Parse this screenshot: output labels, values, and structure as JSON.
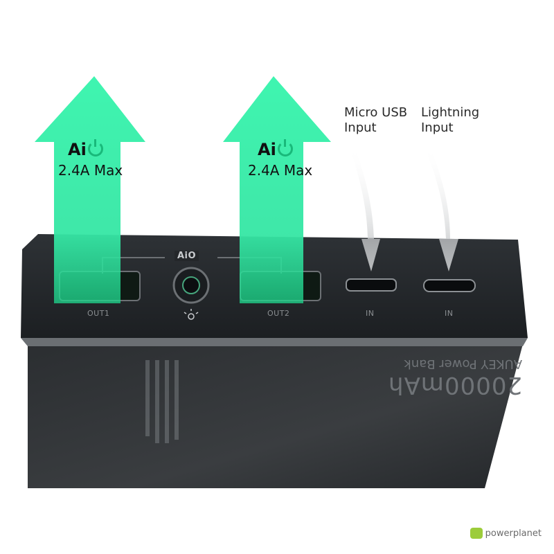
{
  "callouts": {
    "micro_usb": [
      "Micro USB",
      "Input"
    ],
    "lightning": [
      "Lightning",
      "Input"
    ]
  },
  "outputs": [
    {
      "brand": "Ai",
      "max": "2.4A Max",
      "port": "OUT1"
    },
    {
      "brand": "Ai",
      "max": "2.4A Max",
      "port": "OUT2"
    }
  ],
  "center_brand": "AiO",
  "inputs": [
    {
      "port": "IN"
    },
    {
      "port": "IN"
    }
  ],
  "device_print": {
    "capacity": "20000mAh",
    "model": "AUKEY Power Bank"
  },
  "watermark": "powerplanet",
  "colors": {
    "arrow": "#3ff5b0",
    "accent": "#19b97a",
    "body": "#2a2d30"
  }
}
